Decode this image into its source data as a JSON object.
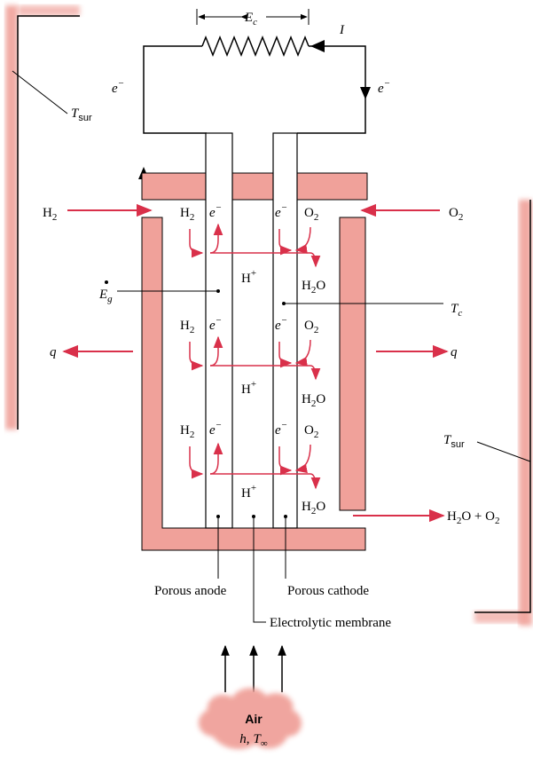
{
  "colors": {
    "wall": "#f0a19a",
    "arrow": "#d9304a",
    "ink": "#000000"
  },
  "circuit": {
    "ec_label": "E",
    "ec_sub": "c",
    "current_label": "I",
    "electron_left": "e",
    "electron_right": "e",
    "electron_sup": "−"
  },
  "surroundings": {
    "left_label": "T",
    "right_label": "T",
    "sub": "sur"
  },
  "inlets": {
    "h2": "H",
    "o2": "O",
    "sub": "2"
  },
  "cell": {
    "h2": "H",
    "o2": "O",
    "e": "e",
    "e_sup": "−",
    "sub2": "2",
    "hplus": "H",
    "plus": "+",
    "water_h": "H",
    "water_o": "O"
  },
  "generation": {
    "symbol": "E",
    "dot": "•",
    "sub": "g"
  },
  "cathode_temp": {
    "symbol": "T",
    "sub": "c"
  },
  "heat": {
    "left": "q",
    "right": "q"
  },
  "exhaust": {
    "h2o_h": "H",
    "h2o_o": "O + O",
    "sub": "2"
  },
  "labels": {
    "porous_anode": "Porous anode",
    "porous_cathode": "Porous cathode",
    "membrane": "Electrolytic membrane"
  },
  "air": {
    "title": "Air",
    "h": "h",
    "t": "T",
    "t_sub": "∞",
    "comma": ","
  }
}
